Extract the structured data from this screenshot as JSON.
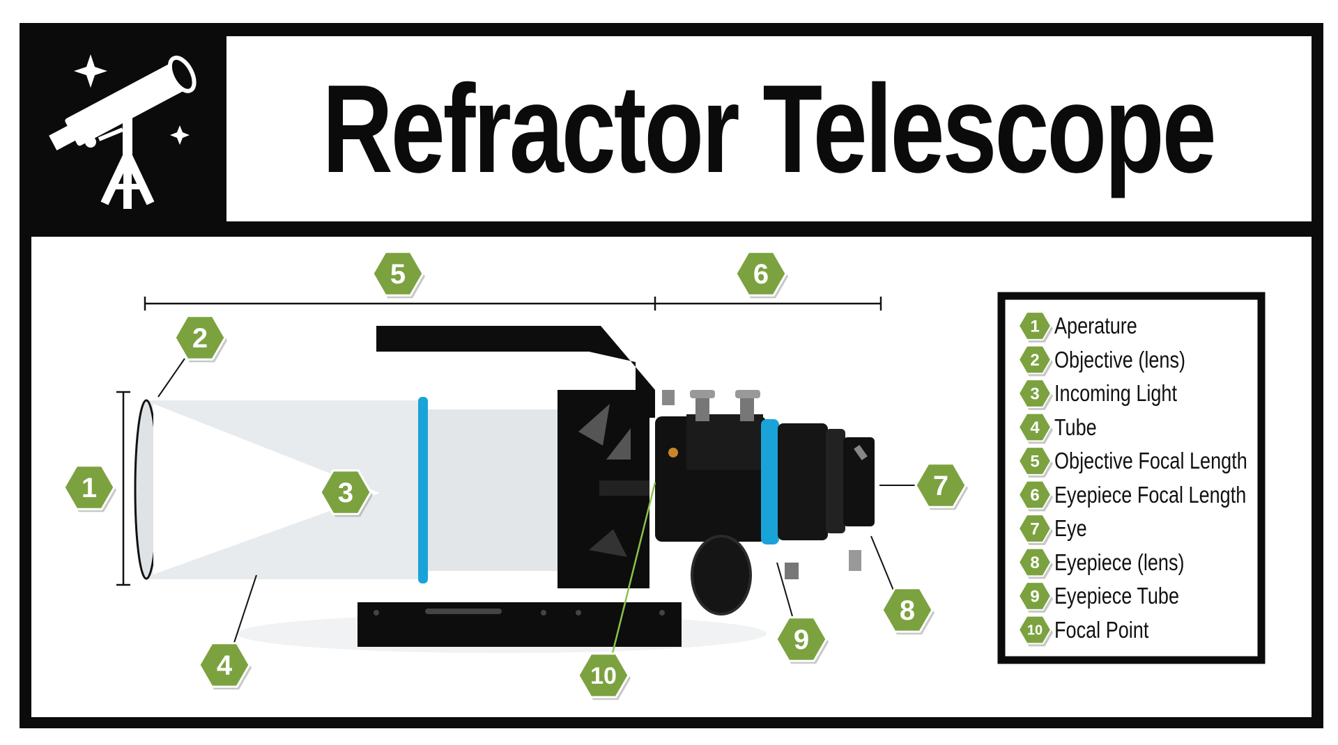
{
  "title": "Refractor Telescope",
  "colors": {
    "frame": "#0b0b0b",
    "badge_fill": "#7ba23f",
    "badge_text": "#ffffff",
    "ring_accent": "#1aa3d8",
    "tube": "#e8ebee"
  },
  "icons": [
    "telescope-logo-icon",
    "star-icon"
  ],
  "legend": [
    {
      "num": "1",
      "label": "Aperature"
    },
    {
      "num": "2",
      "label": "Objective (lens)"
    },
    {
      "num": "3",
      "label": "Incoming Light"
    },
    {
      "num": "4",
      "label": "Tube"
    },
    {
      "num": "5",
      "label": "Objective Focal Length"
    },
    {
      "num": "6",
      "label": "Eyepiece Focal Length"
    },
    {
      "num": "7",
      "label": "Eye"
    },
    {
      "num": "8",
      "label": "Eyepiece (lens)"
    },
    {
      "num": "9",
      "label": "Eyepiece Tube"
    },
    {
      "num": "10",
      "label": "Focal Point"
    }
  ],
  "callouts": [
    "1",
    "2",
    "3",
    "4",
    "5",
    "6",
    "7",
    "8",
    "9",
    "10"
  ]
}
